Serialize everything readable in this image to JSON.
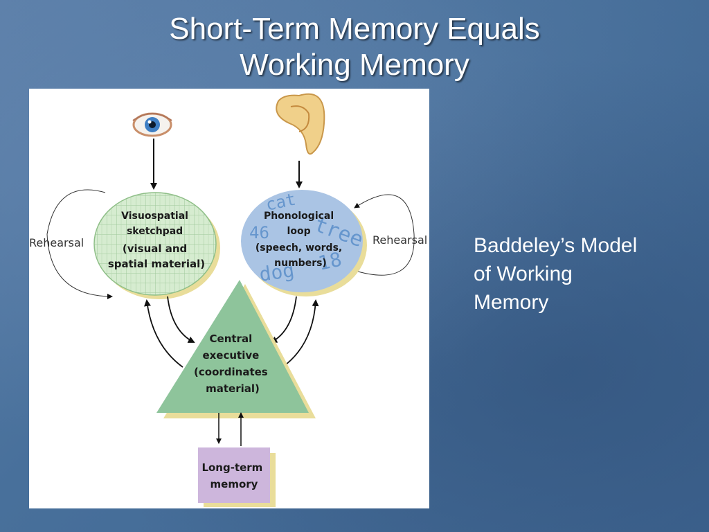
{
  "slide": {
    "title_line1": "Short-Term Memory Equals",
    "title_line2": "Working Memory",
    "caption_line1": "Baddeley’s Model",
    "caption_line2": "of Working",
    "caption_line3": "Memory"
  },
  "diagram": {
    "visuospatial": {
      "line1": "Visuospatial",
      "line2": "sketchpad",
      "line3": "(visual and",
      "line4": "spatial material)"
    },
    "phonological": {
      "line1": "Phonological",
      "line2": "loop",
      "line3": "(speech, words,",
      "line4": "numbers)"
    },
    "central_executive": {
      "line1": "Central",
      "line2": "executive",
      "line3": "(coordinates",
      "line4": "material)"
    },
    "long_term": {
      "line1": "Long-term",
      "line2": "memory"
    },
    "rehearsal_left": "Rehearsal",
    "rehearsal_right": "Rehearsal",
    "floating_words": {
      "cat": "cat",
      "tree": "tree",
      "n46": "46",
      "dog": "dog",
      "n18": "18"
    }
  },
  "colors": {
    "sketchpad_fill": "#cfe8c8",
    "loop_fill": "#aac4e4",
    "executive_fill": "#8ec49b",
    "ltm_fill": "#cdb6dc",
    "shadow": "#e9dd9a",
    "background": "#4a6f99"
  }
}
